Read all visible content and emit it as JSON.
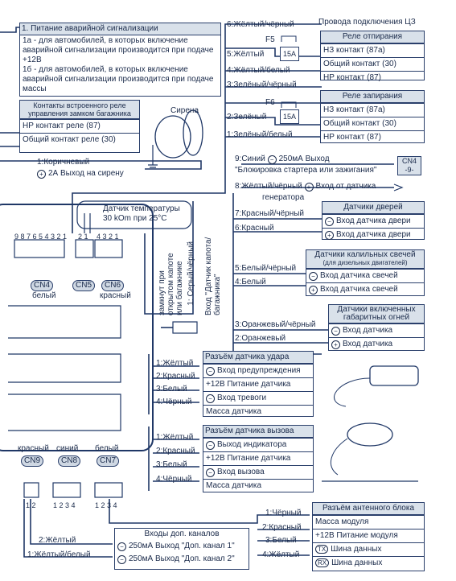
{
  "power_box": {
    "title": "1. Питание аварийной сигнализации",
    "item_a": "1а - для автомобилей, в которых включение аварийной сигнализации производится при подаче +12В",
    "item_b": "1б - для автомобилей, в которых включение аварийной сигнализации производится при подаче массы"
  },
  "trunk_relay": {
    "title": "Контакты встроенного реле управления замком багажника",
    "nr": "НР контакт реле (87)",
    "common": "Общий контакт реле (30)"
  },
  "siren": {
    "label": "Сирена",
    "wire": "1:Коричневый",
    "output": "2А Выход на сирену"
  },
  "cz_title": "Провода подключения ЦЗ",
  "unlock_relay": {
    "title": "Реле отпирания",
    "nz": "НЗ контакт (87а)",
    "common": "Общий контакт (30)",
    "nr": "НР контакт (87)",
    "w6": "6:Жёлтый/чёрный",
    "w5": "5:Жёлтый",
    "w4": "4:Жёлтый/белый",
    "fuse_label": "F5",
    "fuse": "15А"
  },
  "lock_relay": {
    "title": "Реле запирания",
    "nz": "НЗ контакт (87а)",
    "common": "Общий контакт (30)",
    "nr": "НР контакт (87)",
    "w3": "3:Зелёный/чёрный",
    "w2": "2:Зелёный",
    "w1": "1:Зелёный/белый",
    "fuse_label": "F6",
    "fuse": "15А"
  },
  "block_starter": {
    "wire": "9:Синий",
    "output": "250мА Выход",
    "desc": "\"Блокировка стартера или зажигания\"",
    "tag": "CN4",
    "tag_sub": "-9-"
  },
  "generator": {
    "wire": "8:Жёлтый/чёрный",
    "desc": "Вход от датчика",
    "desc2": "генератора"
  },
  "temp_sensor": {
    "label": "Датчик температуры",
    "value": "30 kOm при 25°C"
  },
  "connectors": {
    "cn4": "CN4",
    "cn4_color": "белый",
    "cn4_pins": "9 8 7 6 5 4 3 2 1",
    "cn5": "CN5",
    "cn5_pins": "2 1",
    "cn6": "CN6",
    "cn6_color": "красный",
    "cn6_pins": "4 3 2 1",
    "cn9": "CN9",
    "cn9_color": "красный",
    "cn9_pins": "1 2",
    "cn8": "CN8",
    "cn8_color": "синий",
    "cn8_pins": "1 2 3 4",
    "cn7": "CN7",
    "cn7_color": "белый",
    "cn7_pins": "1 2 3 4"
  },
  "hood_switch": {
    "closed_text": "замкнут при открытом капоте или багажнике",
    "wire": "1: Серый/чёрный",
    "input": "Вход \"Датчик капота/багажника\""
  },
  "door_sensors": {
    "title": "Датчики дверей",
    "minus": "Вход датчика двери",
    "plus": "Вход датчика двери",
    "w7": "7:Красный/чёрный",
    "w6": "6:Красный"
  },
  "glow_plugs": {
    "title": "Датчики калильных свечей",
    "subtitle": "(для дизельных двигателей)",
    "minus": "Вход датчика свечей",
    "plus": "Вход датчика свечей",
    "w5": "5:Белый/чёрный",
    "w4": "4:Белый"
  },
  "parking_lights": {
    "title": "Датчики включенных габаритных огней",
    "minus": "Вход датчика",
    "plus": "Вход датчика",
    "w3": "3:Оранжевый/чёрный",
    "w2": "2:Оранжевый"
  },
  "shock_sensor": {
    "title": "Разъём датчика удара",
    "r1": "Вход предупреждения",
    "r2": "+12В Питание датчика",
    "r3": "Вход тревоги",
    "r4": "Масса датчика",
    "w1": "1:Жёлтый",
    "w2": "2:Красный",
    "w3": "3:Белый",
    "w4": "4:Чёрный"
  },
  "call_sensor": {
    "title": "Разъём датчика вызова",
    "r1": "Выход индикатора",
    "r2": "+12В Питание датчика",
    "r3": "Вход вызова",
    "r4": "Масса датчика",
    "w1": "1:Жёлтый",
    "w2": "2:Красный",
    "w3": "3:Белый",
    "w4": "4:Чёрный"
  },
  "antenna": {
    "title": "Разъём антенного блока",
    "r1": "Масса модуля",
    "r2": "+12В Питание модуля",
    "r3_icon": "TX",
    "r3": "Шина данных",
    "r4_icon": "RX",
    "r4": "Шина данных",
    "w1": "1:Чёрный",
    "w2": "2:Красный",
    "w3": "3:Белый",
    "w4": "4:Жёлтый"
  },
  "extra_channels": {
    "title": "Входы доп. каналов",
    "r1": "250мА Выход \"Доп. канал 1\"",
    "r2": "250мА Выход \"Доп. канал 2\"",
    "w2": "2:Жёлтый",
    "w1": "1:Жёлтый/белый"
  },
  "colors": {
    "wire": "#1f3766",
    "box_border": "#2a3f6b",
    "header_fill": "#d9e1ea"
  }
}
